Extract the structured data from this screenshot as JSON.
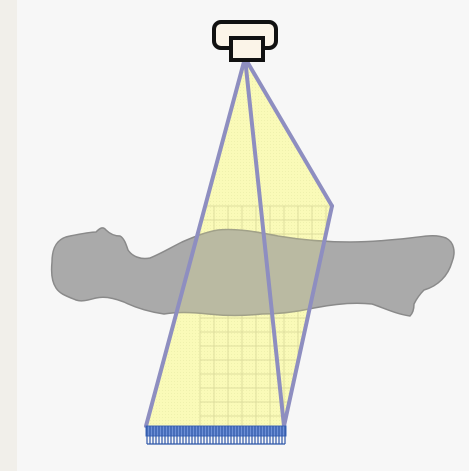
{
  "diagram": {
    "type": "fan-beam-x-ray-projection-illustration",
    "parts": [
      "x-ray-source",
      "fan-beam",
      "reconstruction-grid",
      "patient-silhouette",
      "detector-array"
    ],
    "colors": {
      "page_background": "#f1efea",
      "diagram_background": "#f7f7f7",
      "beam_fill": "#fbfbc6",
      "beam_outline": "#8e8ec0",
      "grid_line": "#d9d9a8",
      "patient_fill": "#aaaaaa",
      "patient_outline": "#8a8a8a",
      "source_outline": "#111111",
      "source_fill": "#fbf4e8",
      "detector_blue": "#3e67b8"
    }
  }
}
